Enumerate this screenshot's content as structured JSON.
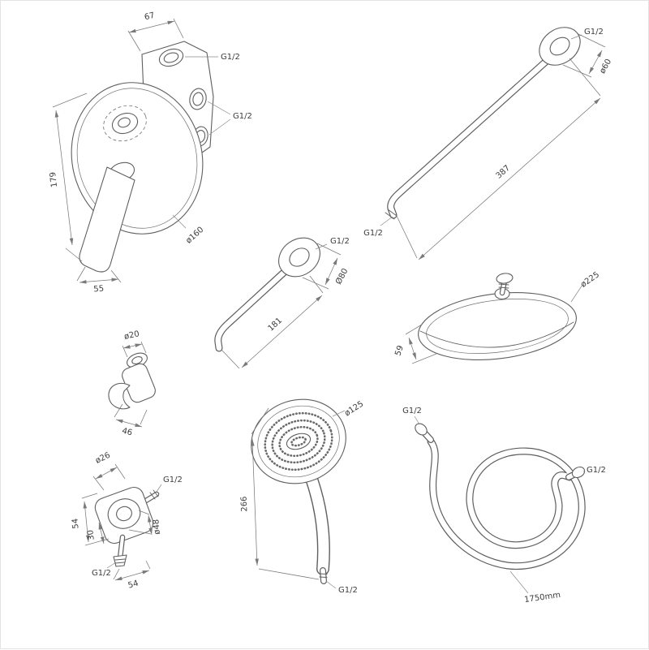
{
  "page": {
    "background": "#ffffff",
    "line_color": "#5f5f5f",
    "dim_color": "#7a7a7a",
    "text_color": "#3c3c3c"
  },
  "components": {
    "mixer": {
      "name": "concealed-shower-mixer",
      "labels": {
        "width_top": "67",
        "thread_top": "G1/2",
        "thread_side": "G1/2",
        "height_left": "179",
        "width_bottom": "55",
        "plate_diameter": "ø160"
      }
    },
    "shower_arm": {
      "name": "wall-shower-arm",
      "labels": {
        "thread_wall": "G1/2",
        "flange_diameter": "ø60",
        "length": "387",
        "thread_outlet": "G1/2"
      }
    },
    "spout": {
      "name": "wall-spout",
      "labels": {
        "thread_wall": "G1/2",
        "flange_diameter": "Ø80",
        "length": "181"
      }
    },
    "overhead_shower": {
      "name": "overhead-shower-head",
      "labels": {
        "diameter": "ø225",
        "height": "59"
      }
    },
    "holder": {
      "name": "hand-shower-holder",
      "labels": {
        "diameter": "ø20",
        "width": "46"
      }
    },
    "wall_elbow": {
      "name": "shower-outlet-elbow",
      "labels": {
        "boss_diameter": "ø26",
        "thread_top": "G1/2",
        "height_left": "54",
        "height_inner": "30",
        "thread_bottom": "G1/2",
        "width_bottom": "54",
        "flange_diameter": "ø48"
      }
    },
    "hand_shower": {
      "name": "hand-shower",
      "labels": {
        "diameter": "ø125",
        "length": "266",
        "thread": "G1/2"
      }
    },
    "hose": {
      "name": "shower-hose",
      "labels": {
        "thread_left": "G1/2",
        "thread_right": "G1/2",
        "length": "1750mm"
      }
    }
  }
}
